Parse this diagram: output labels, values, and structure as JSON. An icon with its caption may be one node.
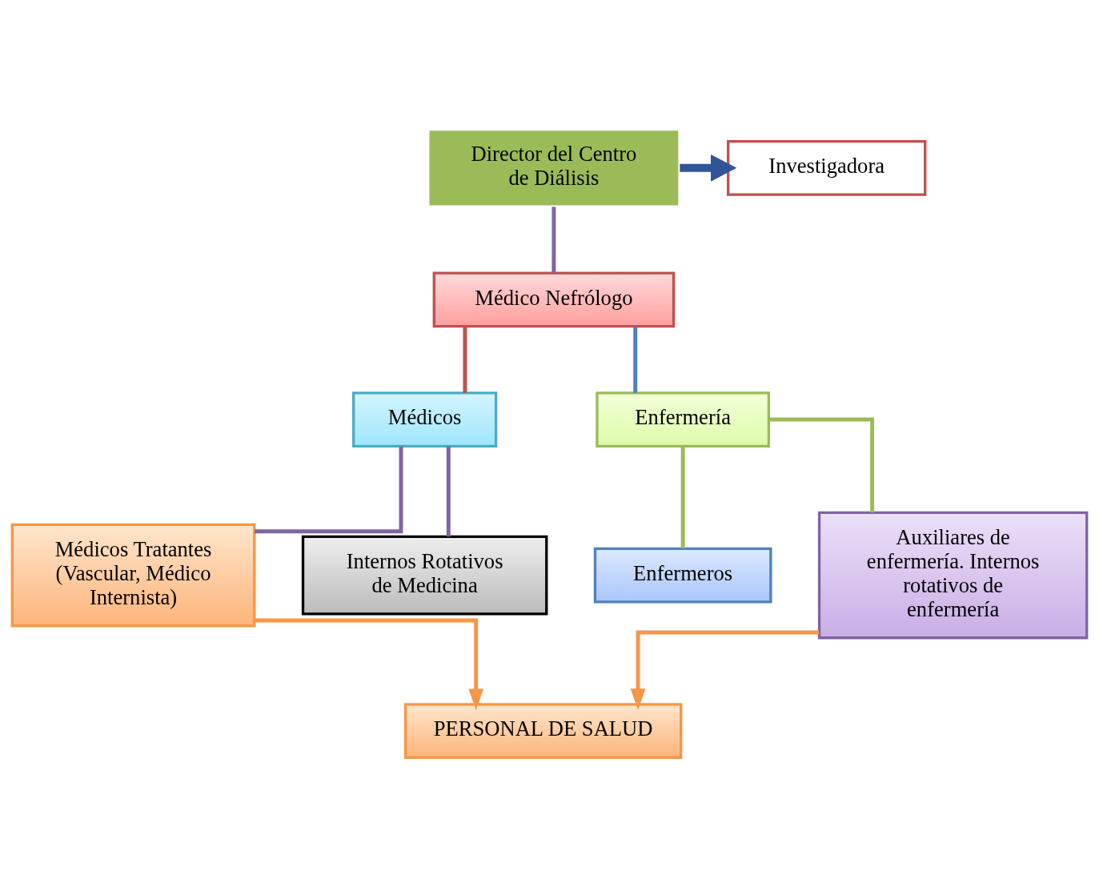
{
  "diagram": {
    "nodes": [
      {
        "text": [
          "Director del Centro de Diálisis"
        ]
      },
      {
        "text": [
          "Investigadora"
        ]
      },
      {
        "text": [
          "Médico Nefrólogo"
        ]
      },
      {
        "text": [
          "Médicos"
        ]
      },
      {
        "text": [
          "Enfermería"
        ]
      },
      {
        "text": [
          "Médicos Tratantes (Vascular, Médico Internista)"
        ]
      },
      {
        "text": [
          "Internos Rotativos de Medicina"
        ]
      },
      {
        "text": [
          "Enfermeros"
        ]
      },
      {
        "text": [
          "Auxiliares de enfermería. Internos rotativos de enfermería"
        ]
      },
      {
        "text": [
          "PERSONAL DE SALUD"
        ]
      }
    ],
    "edges": [
      {
        "from": 0,
        "to": 1,
        "arrow": "to",
        "style": "thick",
        "color": "#2f5597"
      },
      {
        "from": 0,
        "to": 2,
        "arrow": "none",
        "color": "#8064a2"
      },
      {
        "from": 2,
        "to": 3,
        "arrow": "none",
        "color": "#c0504d"
      },
      {
        "from": 2,
        "to": 4,
        "arrow": "none",
        "color": "#4f81bd"
      },
      {
        "from": 3,
        "to": 5,
        "arrow": "none",
        "color": "#8064a2"
      },
      {
        "from": 3,
        "to": 6,
        "arrow": "none",
        "color": "#8064a2"
      },
      {
        "from": 4,
        "to": 7,
        "arrow": "none",
        "color": "#9bbb59"
      },
      {
        "from": 4,
        "to": 8,
        "arrow": "none",
        "color": "#9bbb59"
      },
      {
        "from": 5,
        "to": 9,
        "arrow": "to",
        "color": "#f79646"
      },
      {
        "from": 8,
        "to": 9,
        "arrow": "to",
        "color": "#f79646"
      }
    ]
  }
}
